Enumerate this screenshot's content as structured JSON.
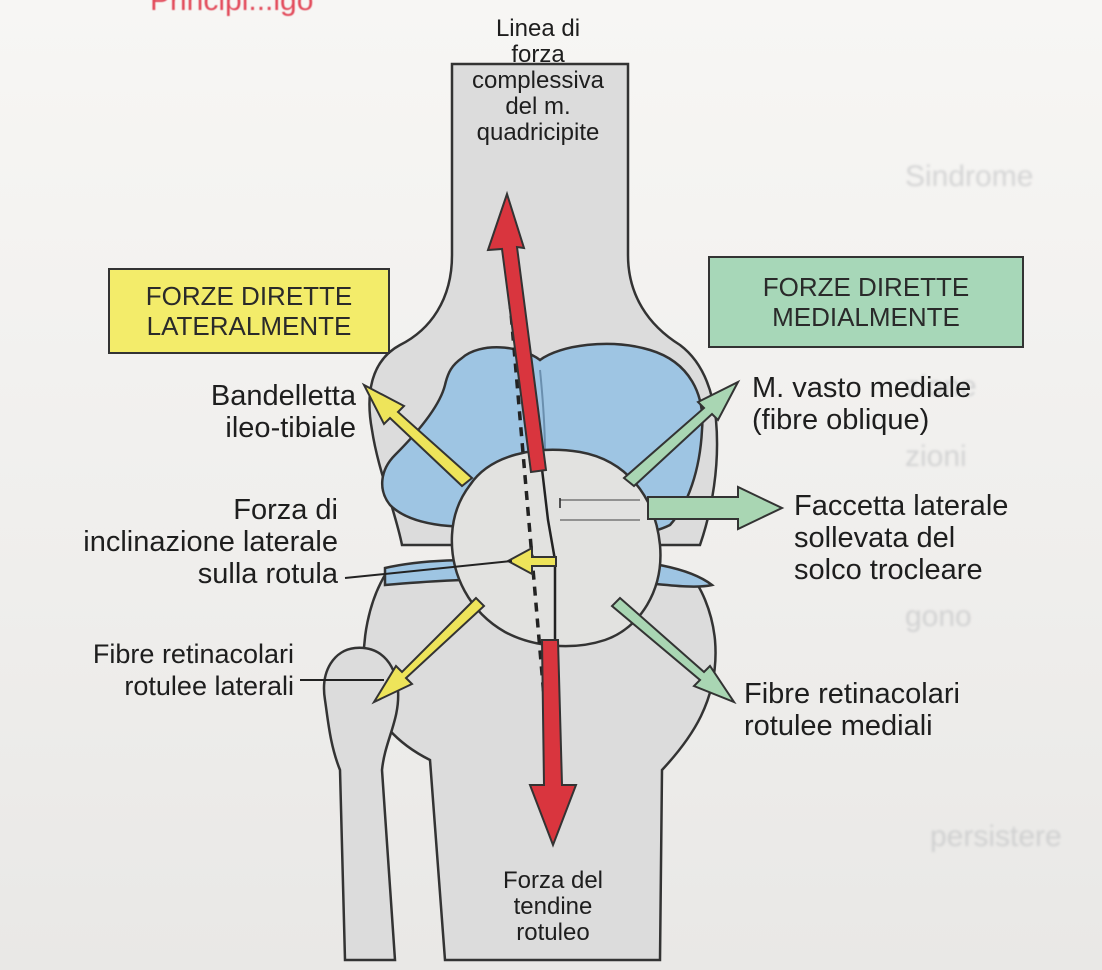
{
  "header_fragment": "Principi...igo",
  "top_label": "Linea di forza complessiva del m. quadricipite",
  "top_label_lines": [
    "Linea di",
    "forza",
    "complessiva",
    "del m.",
    "quadricipite"
  ],
  "bottom_label_lines": [
    "Forza del",
    "tendine",
    "rotuleo"
  ],
  "box_left": {
    "lines": [
      "FORZE DIRETTE",
      "LATERALMENTE"
    ],
    "color": "#f3ec6a"
  },
  "box_right": {
    "lines": [
      "FORZE DIRETTE",
      "MEDIALMENTE"
    ],
    "color": "#a7d7b8"
  },
  "labels_left": {
    "bandelletta": [
      "Bandelletta",
      "ileo-tibiale"
    ],
    "forza_inclinazione": [
      "Forza di",
      "inclinazione laterale",
      "sulla rotula"
    ],
    "fibre_laterali": [
      "Fibre retinacolari",
      "rotulee laterali"
    ]
  },
  "labels_right": {
    "vasto": [
      "M. vasto mediale",
      "(fibre oblique)"
    ],
    "faccetta": [
      "Faccetta laterale",
      "sollevata del",
      "solco trocleare"
    ],
    "fibre_mediali": [
      "Fibre retinacolari",
      "rotulee mediali"
    ]
  },
  "colors": {
    "lateral_arrow": "#eee45a",
    "medial_arrow": "#a9d6b3",
    "quadriceps_arrow": "#d9353e",
    "cartilage": "#9ec5e3",
    "bone": "#dcdcdc"
  }
}
